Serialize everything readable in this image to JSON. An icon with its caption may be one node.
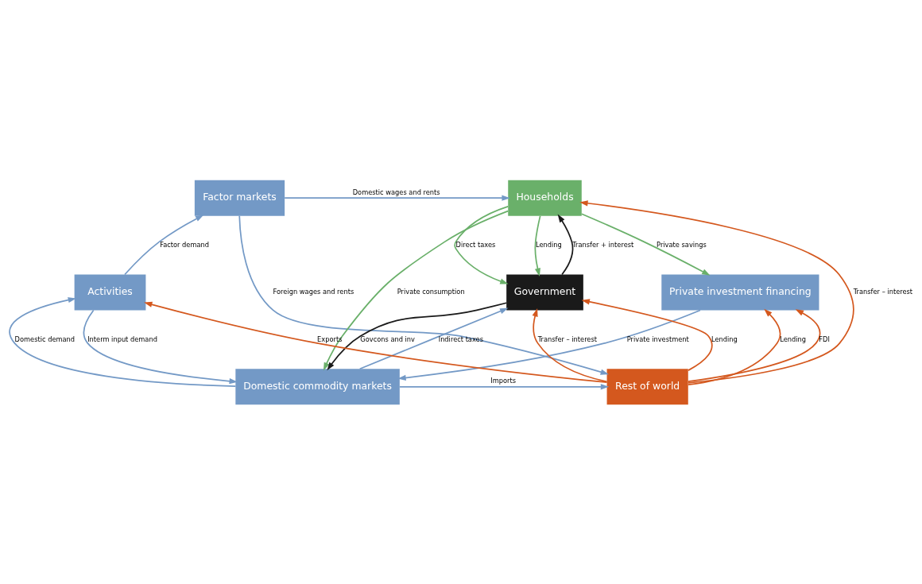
{
  "diagram": {
    "nodes": [
      {
        "text": [
          "Factor markets"
        ]
      },
      {
        "text": [
          "Households"
        ]
      },
      {
        "text": [
          "Government"
        ]
      },
      {
        "text": [
          "Private investment financing"
        ]
      },
      {
        "text": [
          "Activities"
        ]
      },
      {
        "text": [
          "Domestic commodity markets"
        ]
      },
      {
        "text": [
          "Rest of world"
        ]
      }
    ],
    "edges": [
      {
        "from": 0,
        "to": 1,
        "arrow": "to",
        "label": "Domestic wages and rents"
      },
      {
        "from": 1,
        "to": 3,
        "arrow": "to",
        "label": "Private savings",
        "color": "#6ab06a"
      },
      {
        "from": 1,
        "to": 5,
        "arrow": "to",
        "label": "Private consumption",
        "color": "#6ab06a"
      },
      {
        "from": 2,
        "to": 1,
        "arrow": "to",
        "label": "Transfer + interest",
        "color": "#1a1a1a"
      },
      {
        "from": 1,
        "to": 2,
        "arrow": "to",
        "label": "Direct taxes",
        "color": "#6ab06a"
      },
      {
        "from": 1,
        "to": 2,
        "arrow": "to",
        "label": "Lending",
        "color": "#6ab06a"
      },
      {
        "from": 6,
        "to": 1,
        "arrow": "to",
        "label": "Transfer – interest",
        "color": "#d4581e"
      },
      {
        "from": 5,
        "to": 2,
        "arrow": "to",
        "label": "Indirect taxes"
      },
      {
        "from": 2,
        "to": 5,
        "arrow": "to",
        "label": "Govcons and inv",
        "color": "#1a1a1a"
      },
      {
        "from": 4,
        "to": 0,
        "arrow": "to",
        "label": "Factor demand"
      },
      {
        "from": 4,
        "to": 5,
        "arrow": "to",
        "label": "Interm input demand"
      },
      {
        "from": 5,
        "to": 4,
        "arrow": "to",
        "label": "Domestic demand"
      },
      {
        "from": 6,
        "to": 2,
        "arrow": "to",
        "label": "Transfer – interest",
        "color": "#d4581e"
      },
      {
        "from": 6,
        "to": 2,
        "arrow": "to",
        "label": "Lending",
        "color": "#d4581e"
      },
      {
        "from": 5,
        "to": 6,
        "arrow": "to",
        "label": "Imports"
      },
      {
        "from": 6,
        "to": 3,
        "arrow": "to",
        "label": "Lending",
        "color": "#d4581e"
      },
      {
        "from": 6,
        "to": 3,
        "arrow": "to",
        "label": "FDI",
        "color": "#d4581e"
      },
      {
        "from": 6,
        "to": 4,
        "arrow": "to",
        "label": "Exports",
        "color": "#d4581e"
      },
      {
        "from": 0,
        "to": 6,
        "arrow": "to",
        "label": "Foreign wages and rents"
      },
      {
        "from": 3,
        "to": 5,
        "arrow": "to",
        "label": "Private investment"
      }
    ]
  }
}
